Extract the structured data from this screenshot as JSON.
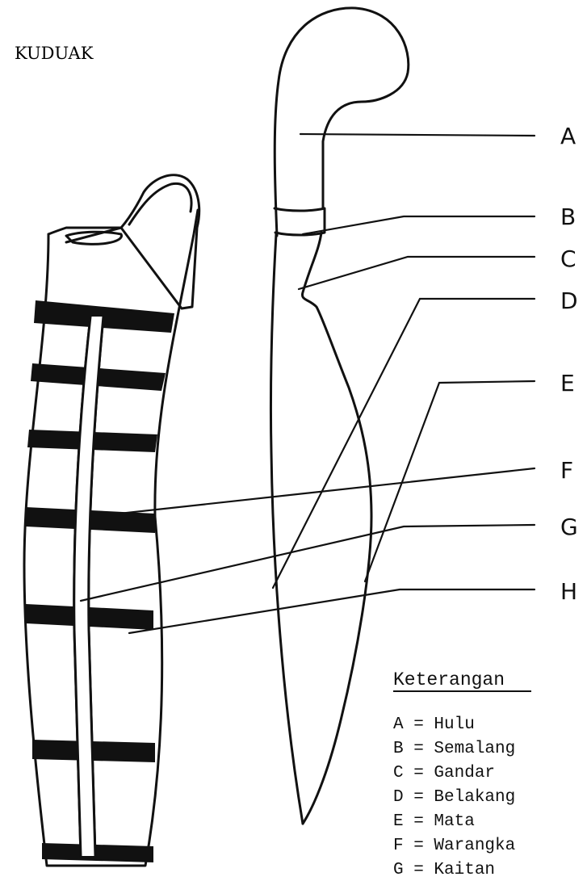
{
  "title": "KUDUAK",
  "labels": [
    "A",
    "B",
    "C",
    "D",
    "E",
    "F",
    "G",
    "H"
  ],
  "legend": {
    "heading": "Keterangan",
    "items": [
      "A = Hulu",
      "B = Semalang",
      "C = Gandar",
      "D = Belakang",
      "E = Mata",
      "F = Warangka",
      "G = Kaitan"
    ]
  },
  "colors": {
    "ink": "#111111",
    "paper": "#ffffff"
  }
}
